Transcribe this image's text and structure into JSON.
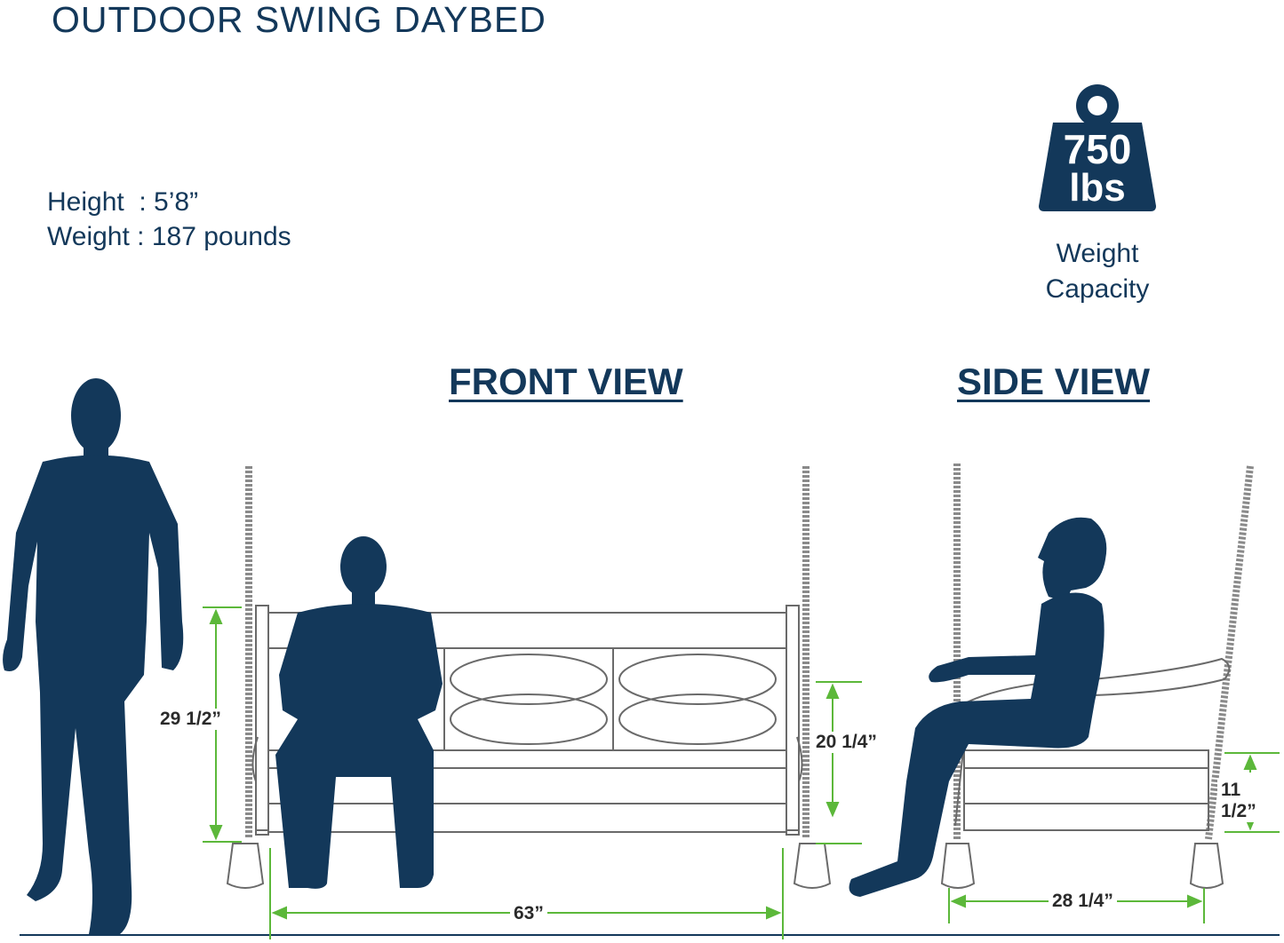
{
  "title": "OUTDOOR SWING DAYBED",
  "person_specs": {
    "height_line": "Height  : 5’8”",
    "weight_line": "Weight : 187 pounds"
  },
  "capacity": {
    "weight_value": "750",
    "weight_unit": "lbs",
    "label_line1": "Weight",
    "label_line2": "Capacity"
  },
  "views": {
    "front_title": "FRONT VIEW",
    "side_title": "SIDE VIEW"
  },
  "dimensions": {
    "back_height": "29 1/2”",
    "seat_height": "20 1/4”",
    "width": "63”",
    "side_seat_height": "11 1/2”",
    "depth": "28 1/4”"
  },
  "colors": {
    "navy": "#13385a",
    "dimension_green": "#5cb83a",
    "outline": "#6a6a6a"
  },
  "icons": {
    "weight": "weight-icon",
    "standing_person": "standing-person-icon",
    "seated_person_front": "seated-person-front-icon",
    "seated_person_side": "seated-person-side-icon"
  }
}
